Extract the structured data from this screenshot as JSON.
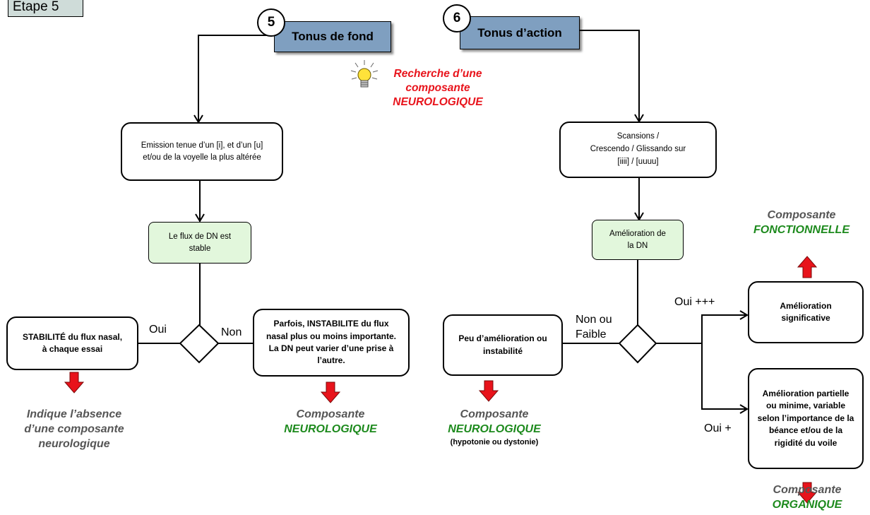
{
  "step_label": "Etape 5",
  "left": {
    "number": "5",
    "title": "Tonus de fond",
    "hint": [
      "Recherche d’une",
      "composante",
      "NEUROLOGIQUE"
    ],
    "instruction": "Emission tenue d’un [i], et d’un [u] et/ou de la voyelle la plus altérée",
    "question": "Le flux de DN est stable",
    "yes_label": "Oui",
    "no_label": "Non",
    "yes_result": "STABILITÉ du flux nasal, à chaque essai",
    "no_result": "Parfois, INSTABILITE du flux nasal plus ou moins importante. La DN peut varier d’une prise à l’autre.",
    "yes_conclusion": [
      "Indique l’absence",
      "d’une composante",
      "neurologique"
    ],
    "no_conclusion_1": "Composante",
    "no_conclusion_2": "NEUROLOGIQUE"
  },
  "right": {
    "number": "6",
    "title": "Tonus d’action",
    "instruction": [
      "Scansions /",
      "Crescendo / Glissando sur",
      "[iiii] / [uuuu]"
    ],
    "question": "Amélioration de la DN",
    "low_label": "Non ou Faible",
    "high_label": "Oui +++",
    "plus_label": "Oui +",
    "low_result": "Peu d’amélioration ou instabilité",
    "high_result": "Amélioration significative",
    "plus_result": "Amélioration partielle ou minime, variable selon l’importance de la béance et/ou de la rigidité du voile",
    "low_conclusion_1": "Composante",
    "low_conclusion_2": "NEUROLOGIQUE",
    "low_conclusion_3": "(hypotonie ou dystonie)",
    "high_conclusion_1": "Composante",
    "high_conclusion_2": "FONCTIONNELLE",
    "plus_conclusion_1": "Composante",
    "plus_conclusion_2": "ORGANIQUE"
  },
  "colors": {
    "header_fill": "#7f9fc0",
    "question_fill": "#e2f7dc",
    "arrow_red": "#e8131b",
    "conclusion_green": "#1d8a1d",
    "hint_red": "#e8131b",
    "conclusion_gray": "#555555"
  },
  "icons": [
    "lightbulb-icon",
    "red-down-arrow-icon",
    "red-up-arrow-icon"
  ]
}
